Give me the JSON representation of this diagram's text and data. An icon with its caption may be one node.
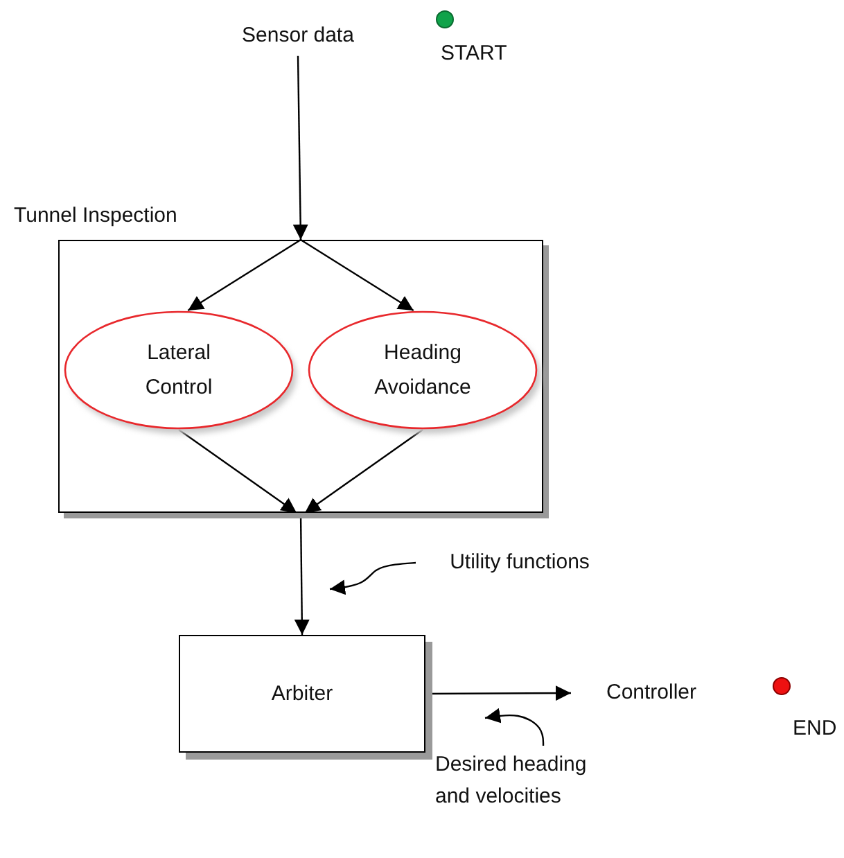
{
  "diagram": {
    "nodes": [
      {
        "text": [
          "Sensor data"
        ]
      },
      {
        "text": [
          "Tunnel Inspection"
        ]
      },
      {
        "text": [
          "Lateral Control"
        ],
        "in": 1
      },
      {
        "text": [
          "Heading Avoidance"
        ],
        "in": 1
      },
      {
        "text": [
          "Arbiter"
        ]
      },
      {
        "text": [
          "Controller"
        ]
      },
      {
        "text": [
          "Utility functions"
        ]
      },
      {
        "text": [
          "Desired heading and velocities"
        ]
      }
    ],
    "edges": [
      {
        "from": 0,
        "to": 1,
        "arrow": "to"
      },
      {
        "from": 1,
        "to": 2,
        "arrow": "to"
      },
      {
        "from": 1,
        "to": 3,
        "arrow": "to"
      },
      {
        "from": 2,
        "to": 1,
        "arrow": "to"
      },
      {
        "from": 3,
        "to": 1,
        "arrow": "to"
      },
      {
        "from": 1,
        "to": 4,
        "arrow": "to"
      },
      {
        "from": 4,
        "to": 5,
        "arrow": "to"
      },
      {
        "from": 6,
        "to": null,
        "arrow": "to"
      },
      {
        "from": 7,
        "to": null,
        "arrow": "to"
      }
    ],
    "labels": [
      "START",
      "END"
    ]
  }
}
